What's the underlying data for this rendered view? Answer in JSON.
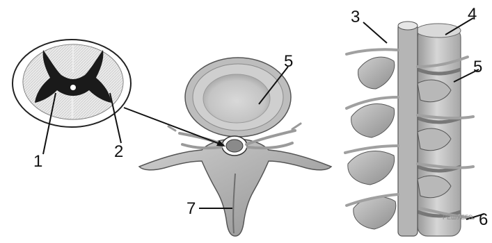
{
  "labels": {
    "l1": "1",
    "l2": "2",
    "l3": "3",
    "l4": "4",
    "l5a": "5",
    "l5b": "5",
    "l6": "6",
    "l7": "7"
  },
  "watermark": "РЕШУЕГЭ"
}
